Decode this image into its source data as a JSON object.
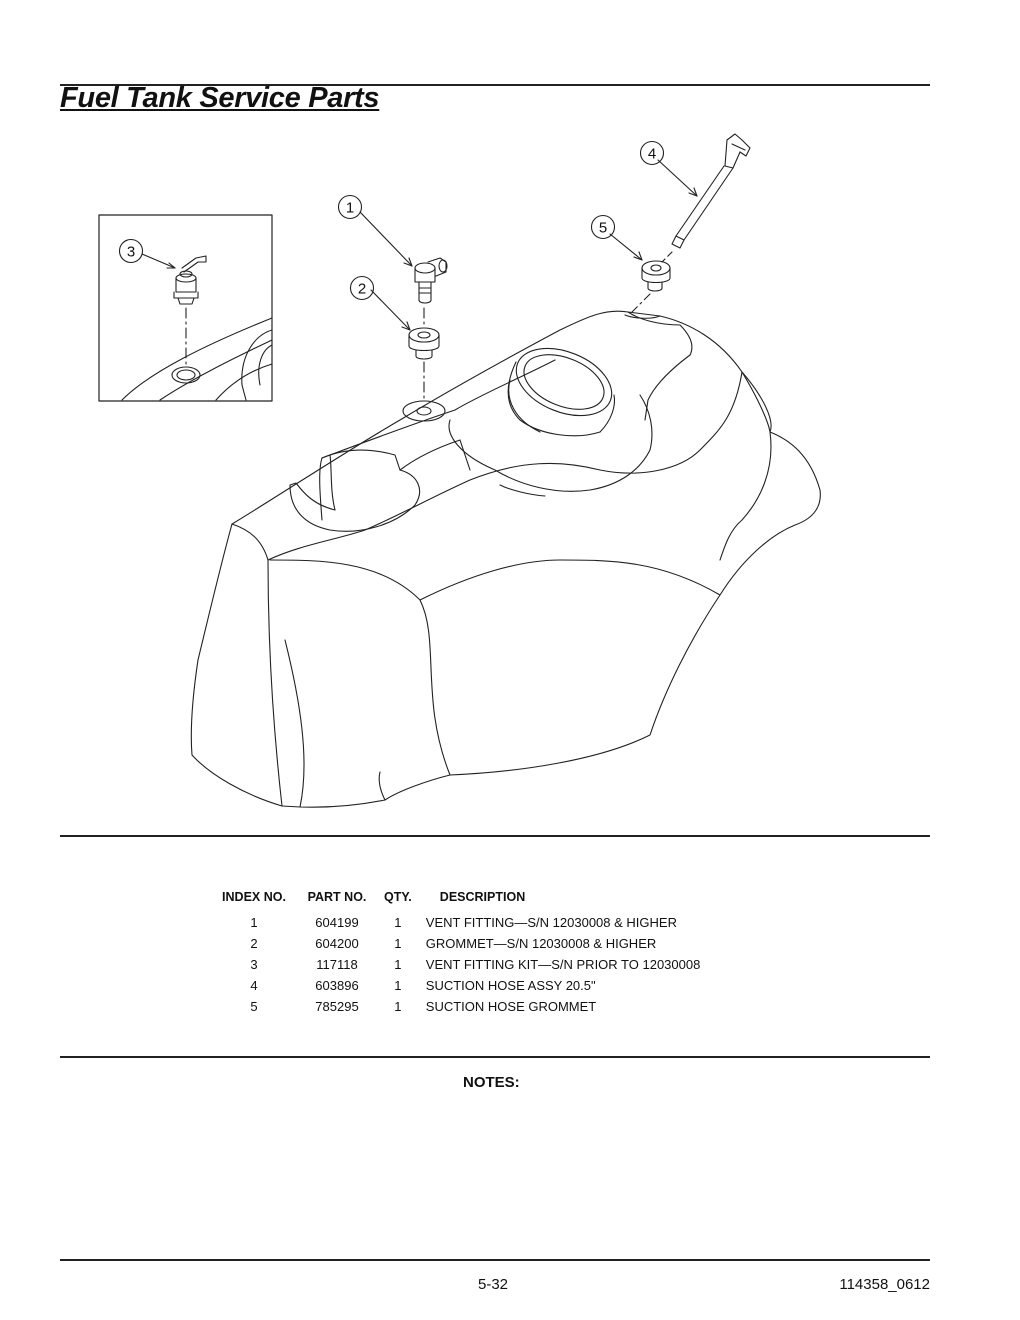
{
  "page": {
    "title": "Fuel Tank Service Parts"
  },
  "diagram": {
    "callouts": [
      "1",
      "2",
      "3",
      "4",
      "5"
    ]
  },
  "parts_table": {
    "headers": {
      "index": "INDEX NO.",
      "part": "PART NO.",
      "qty": "QTY.",
      "description": "DESCRIPTION"
    },
    "rows": [
      {
        "index": "1",
        "part": "604199",
        "qty": "1",
        "description": "VENT FITTING—S/N 12030008 & HIGHER"
      },
      {
        "index": "2",
        "part": "604200",
        "qty": "1",
        "description": "GROMMET—S/N 12030008 & HIGHER"
      },
      {
        "index": "3",
        "part": "117118",
        "qty": "1",
        "description": "VENT FITTING KIT—S/N PRIOR TO 12030008"
      },
      {
        "index": "4",
        "part": "603896",
        "qty": "1",
        "description": "SUCTION HOSE ASSY 20.5\""
      },
      {
        "index": "5",
        "part": "785295",
        "qty": "1",
        "description": "SUCTION HOSE GROMMET"
      }
    ]
  },
  "notes": {
    "label": "NOTES:"
  },
  "footer": {
    "page_number": "5-32",
    "doc_number": "114358_0612"
  }
}
